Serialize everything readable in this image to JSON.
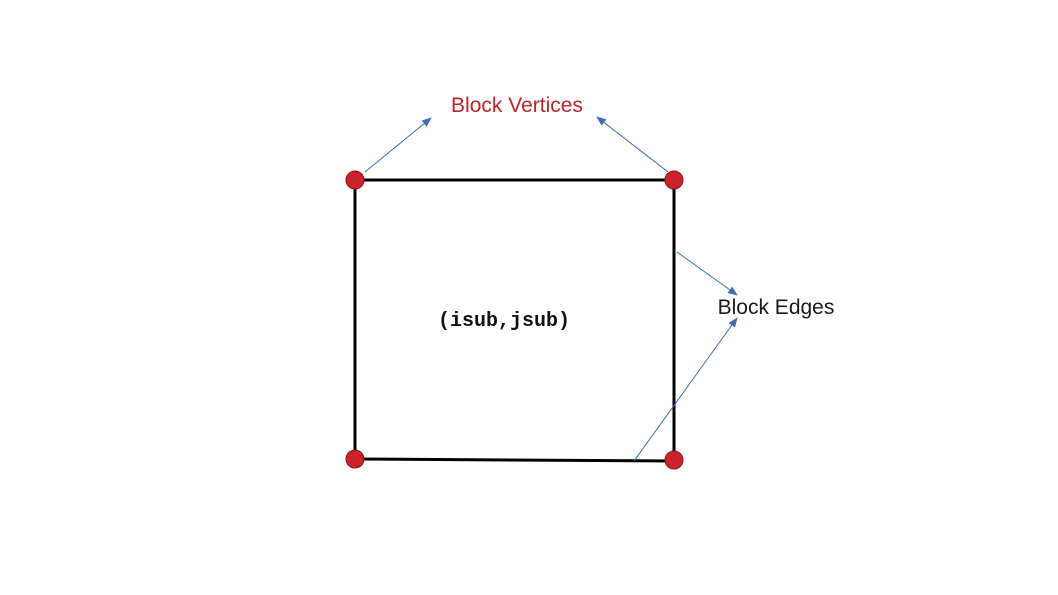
{
  "labels": {
    "vertices": "Block Vertices",
    "edges": "Block Edges",
    "center": "(isub,jsub)"
  },
  "colors": {
    "vertex_fill": "#cc2229",
    "vertex_stroke": "#8c1419",
    "vertices_label": "#c0232a",
    "edges_label": "#1a1a1a",
    "arrow": "#3d6fb2",
    "block_edge": "#000000",
    "center_label": "#111111"
  },
  "icons": {
    "vertex": "red-circle-dot",
    "arrow": "arrow-pointer"
  }
}
